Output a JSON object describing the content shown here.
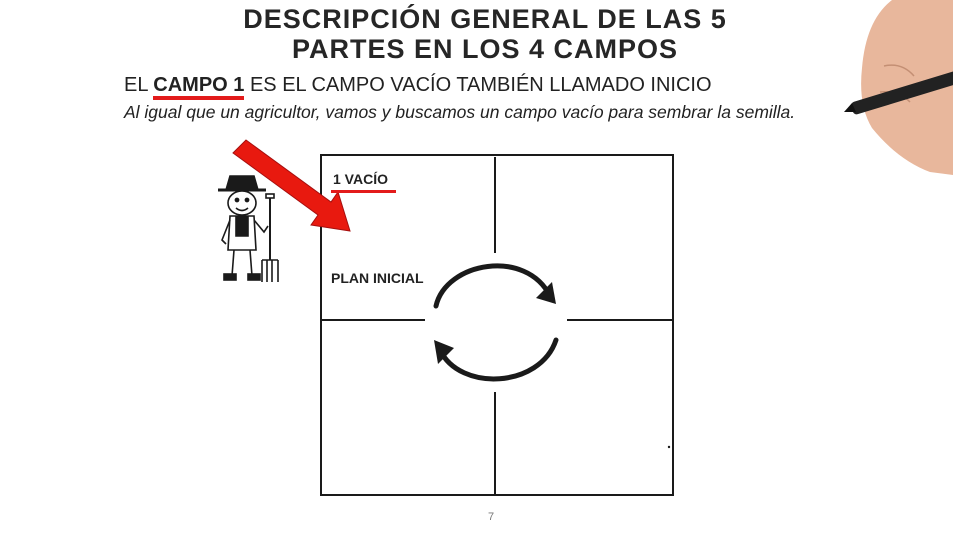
{
  "title": {
    "line1": "DESCRIPCIÓN GENERAL DE LAS 5",
    "line2": "PARTES EN LOS 4 CAMPOS"
  },
  "subtitle": {
    "prefix": "EL ",
    "highlight": "CAMPO 1",
    "suffix": " ES EL CAMPO VACÍO TAMBIÉN LLAMADO INICIO"
  },
  "description": "Al igual que un agricultor, vamos y buscamos un campo vacío para sembrar la semilla.",
  "grid": {
    "cell1_label": "1 VACÍO",
    "plan_label": "PLAN INICIAL"
  },
  "page_number": "7",
  "colors": {
    "accent": "#e31b1b",
    "arrow": "#e8190f",
    "ink": "#1a1a1a"
  },
  "icons": [
    "red-arrow-icon",
    "farmer-illustration",
    "cycle-arrows-icon",
    "hand-marker-illustration"
  ]
}
